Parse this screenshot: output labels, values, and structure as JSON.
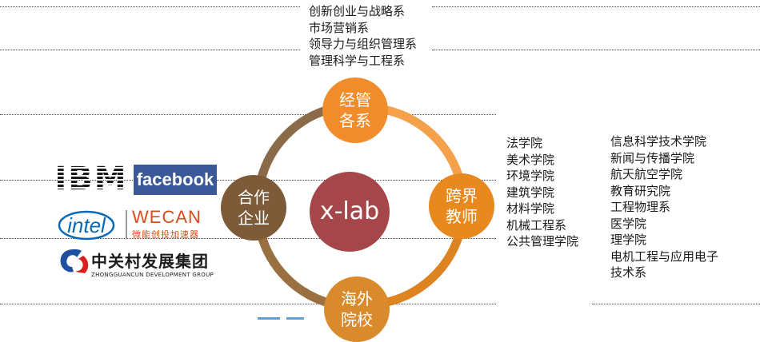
{
  "center_node": {
    "label": "x-lab",
    "color": "#a4464a"
  },
  "nodes": {
    "top": {
      "label": "经管\n各系",
      "color": "#f08c2a"
    },
    "right": {
      "label": "跨界\n教师",
      "color": "#e8891f"
    },
    "bottom": {
      "label": "海外\n院校",
      "color": "#d88a2c"
    },
    "left": {
      "label": "合作\n企业",
      "color": "#7d5a38"
    }
  },
  "ring_colors": {
    "upper_right": "#f5a04a",
    "lower_right": "#dd8420",
    "lower_left": "#9a7040",
    "upper_left": "#8a6a48"
  },
  "management_departments": [
    "创新创业与战略系",
    "市场营销系",
    "领导力与组织管理系",
    "管理科学与工程系"
  ],
  "schools_col1": [
    "法学院",
    "美术学院",
    "环境学院",
    "建筑学院",
    "材料学院",
    "机械工程系",
    "公共管理学院"
  ],
  "schools_col2": [
    "信息科学技术学院",
    "新闻与传播学院",
    "航天航空学院",
    "教育研究院",
    "工程物理系",
    "医学院",
    "理学院",
    "电机工程与应用电子",
    "技术系"
  ],
  "partner_logos": {
    "ibm": "IBM",
    "facebook": "facebook",
    "intel": "intel",
    "wecan": "WECAN",
    "wecan_tagline": "微能创投加速器",
    "zgc": "中关村发展集团",
    "zgc_en": "ZHONGGUANCUN DEVELOPMENT GROUP"
  }
}
